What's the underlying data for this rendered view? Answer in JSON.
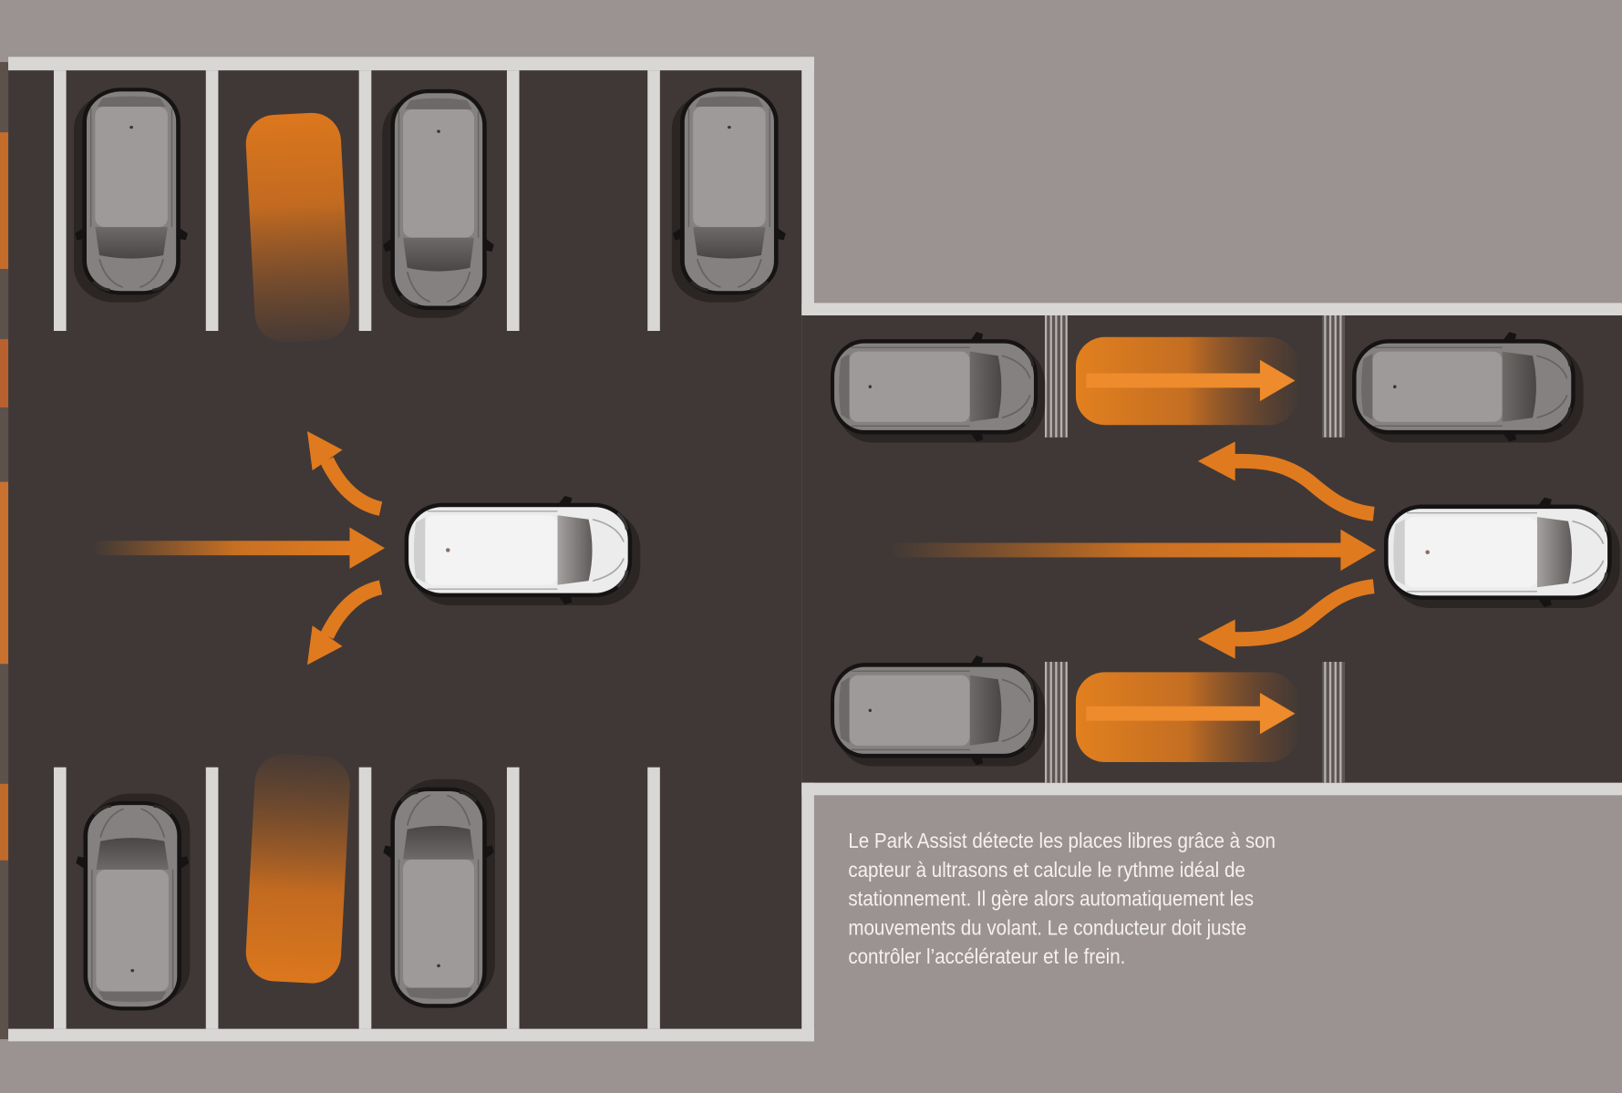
{
  "description": {
    "lines": [
      "Le Park Assist détecte les places libres grâce à son",
      "capteur à ultrasons et calcule le rythme idéal de",
      "stationnement. Il gère alors automatiquement les",
      "mouvements du volant. Le conducteur doit juste",
      "contrôler l’accélérateur et le frein."
    ]
  },
  "colors": {
    "background": "#9b9391",
    "asphalt": "#403836",
    "marking": "#d9d7d5",
    "accent": "#e07a1f",
    "parked_car": "#858180",
    "assisted_car": "#ececec",
    "text": "#f4f1ef"
  }
}
